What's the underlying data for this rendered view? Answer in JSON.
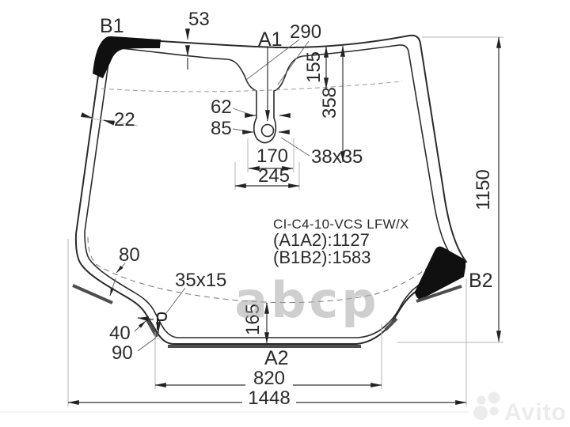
{
  "labels": {
    "b1": "B1",
    "a1": "A1",
    "a2": "A2",
    "b2": "B2"
  },
  "dims": {
    "band_53": "53",
    "span_290": "290",
    "shade_155": "155",
    "depth_358": "358",
    "side_22": "22",
    "mount_62": "62",
    "mount_85": "85",
    "mount_170": "170",
    "mount_245": "245",
    "hole_38x35": "38x35",
    "height_1150": "1150",
    "edge_80": "80",
    "clip_35x15": "35x15",
    "step_40": "40",
    "step_90": "90",
    "band_165": "165",
    "width_820": "820",
    "width_1448": "1448"
  },
  "title_block": {
    "part_code": "CI-C4-10-VCS LFW/X",
    "dim_a": "(A1A2):1127",
    "dim_b": "(B1B2):1583"
  },
  "watermarks": {
    "center": "abcp",
    "brand": "Avito"
  },
  "colors": {
    "line": "#2b2b2b",
    "fill_black": "#101010",
    "molding": "#4d4d4d",
    "extension": "#b5b5b5",
    "watermark_center": "#a9a9a9",
    "watermark_brand": "#ececec"
  }
}
